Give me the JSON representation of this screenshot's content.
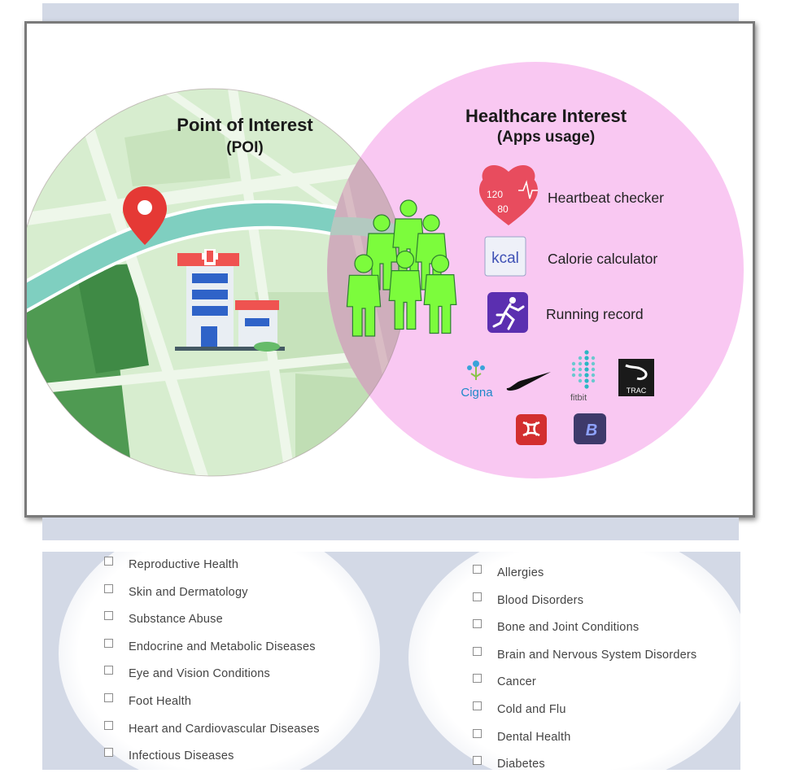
{
  "diagram": {
    "poi": {
      "title": "Point of Interest",
      "subtitle": "(POI)"
    },
    "healthcare": {
      "title": "Healthcare Interest",
      "subtitle": "(Apps usage)"
    },
    "apps": [
      {
        "icon": "heartbeat-icon",
        "label": "Heartbeat checker",
        "icon_text_top": "120",
        "icon_text_bottom": "80"
      },
      {
        "icon": "calorie-icon",
        "label": "Calorie calculator",
        "icon_text": "kcal"
      },
      {
        "icon": "running-icon",
        "label": "Running record"
      }
    ],
    "brands": [
      {
        "icon": "cigna-logo",
        "text": "Cigna"
      },
      {
        "icon": "nike-logo",
        "text": ""
      },
      {
        "icon": "fitbit-logo",
        "text": "fitbit"
      },
      {
        "icon": "puma-trac-logo",
        "text": "TRAC"
      },
      {
        "icon": "under-armour-record-logo",
        "text": ""
      },
      {
        "icon": "mapmy-logo",
        "text": ""
      }
    ],
    "colors": {
      "map_circle": "#cfe8c4",
      "healthcare_circle": "#f9c8f3",
      "overlap": "#c9a8b0",
      "river": "#7fcfc0",
      "people": "#7CFC3C",
      "pin": "#e53935"
    }
  },
  "checklist": {
    "left": [
      "Reproductive Health",
      "Skin and Dermatology",
      "Substance Abuse",
      "Endocrine and Metabolic Diseases",
      "Eye and Vision Conditions",
      "Foot Health",
      "Heart and Cardiovascular Diseases",
      "Infectious Diseases"
    ],
    "right": [
      "Allergies",
      "Blood Disorders",
      "Bone and Joint Conditions",
      "Brain and Nervous System Disorders",
      "Cancer",
      "Cold and Flu",
      "Dental Health",
      "Diabetes"
    ]
  }
}
